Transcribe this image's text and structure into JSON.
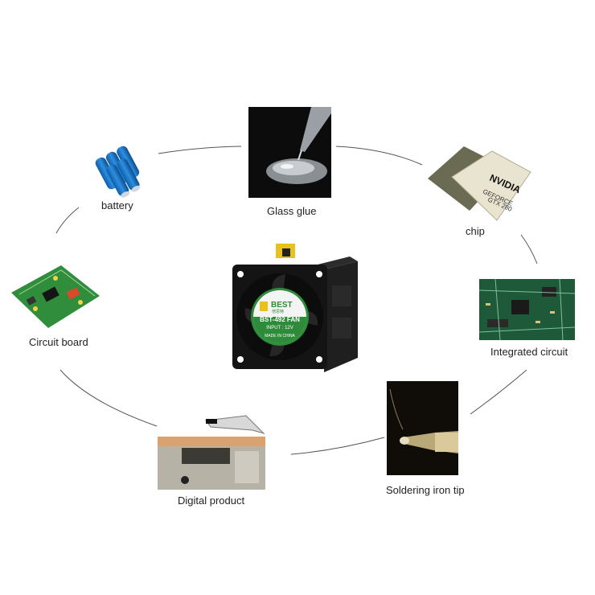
{
  "items": {
    "glass_glue": {
      "label": "Glass glue",
      "icon": "glass-glue-icon"
    },
    "chip": {
      "label": "chip",
      "icon": "chip-icon"
    },
    "integrated_circuit": {
      "label": "Integrated circuit",
      "icon": "integrated-circuit-icon"
    },
    "soldering": {
      "label": "Soldering iron tip",
      "icon": "soldering-iron-icon"
    },
    "digital": {
      "label": "Digital product",
      "icon": "phone-board-icon"
    },
    "circuit_board": {
      "label": "Circuit board",
      "icon": "circuit-board-icon"
    },
    "battery": {
      "label": "battery",
      "icon": "battery-icon"
    }
  },
  "fan": {
    "brand": "BEST",
    "brand_sub": "倍思特",
    "model": "BST-492 FAN",
    "input": "INPUT : 12V",
    "origin": "MADE IN CHINA"
  },
  "colors": {
    "ring": "#555555",
    "fan_body": "#151515",
    "badge_green": "#2e8b3a",
    "badge_white": "#f4f4f4"
  }
}
